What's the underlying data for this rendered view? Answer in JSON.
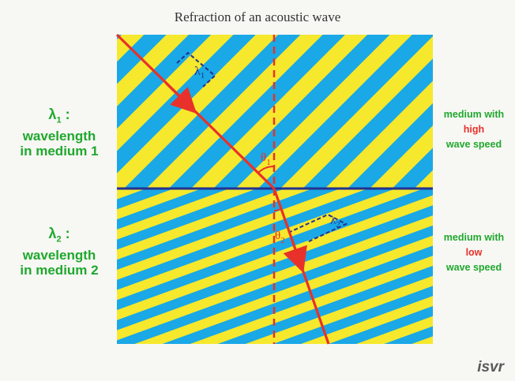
{
  "title": "Refraction of an acoustic wave",
  "left_labels": {
    "top": {
      "symbol": "λ",
      "subscript": "1",
      "suffix": " :",
      "line1": "wavelength",
      "line2": "in medium 1"
    },
    "bottom": {
      "symbol": "λ",
      "subscript": "2",
      "suffix": " :",
      "line1": "wavelength",
      "line2": "in medium 2"
    }
  },
  "right_labels": {
    "top": {
      "line1": "medium with",
      "speed": "high",
      "line3": "wave speed"
    },
    "bottom": {
      "line1": "medium with",
      "speed": "low",
      "line3": "wave speed"
    }
  },
  "diagram": {
    "lambda1_label": {
      "symbol": "λ",
      "subscript": "1"
    },
    "lambda2_label": {
      "symbol": "λ",
      "subscript": "2"
    },
    "theta1_label": {
      "symbol": "θ",
      "subscript": "1"
    },
    "theta2_label": {
      "symbol": "θ",
      "subscript": "2"
    }
  },
  "colors": {
    "stripe_yellow": "#f6e82c",
    "stripe_blue": "#1aa8e6",
    "ray": "#e8312a",
    "interface": "#23318f",
    "wavelength_marker": "#23318f",
    "label_green": "#1fa82e"
  },
  "logo": "isvr"
}
